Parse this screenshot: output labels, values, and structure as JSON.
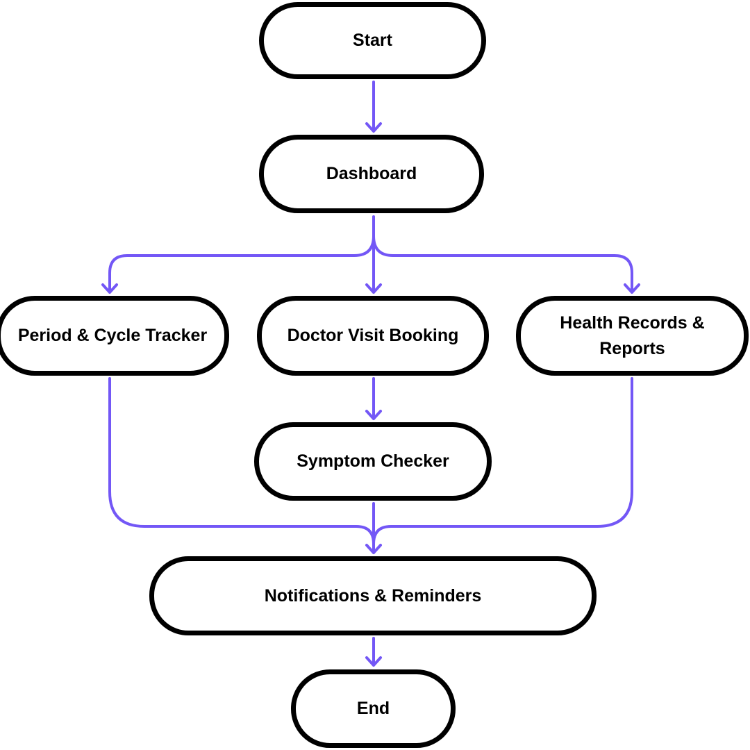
{
  "colors": {
    "connector": "#7357f6",
    "node_border": "#000000",
    "node_fill": "#ffffff",
    "text": "#000000"
  },
  "nodes": {
    "start": "Start",
    "dashboard": "Dashboard",
    "period_tracker": "Period & Cycle Tracker",
    "doctor_booking": "Doctor Visit Booking",
    "health_records": {
      "line1": "Health Records &",
      "line2": "Reports"
    },
    "symptom_checker": "Symptom Checker",
    "notifications": "Notifications & Reminders",
    "end": "End"
  },
  "edges": [
    {
      "from": "start",
      "to": "dashboard"
    },
    {
      "from": "dashboard",
      "to": "period_tracker"
    },
    {
      "from": "dashboard",
      "to": "doctor_booking"
    },
    {
      "from": "dashboard",
      "to": "health_records"
    },
    {
      "from": "doctor_booking",
      "to": "symptom_checker"
    },
    {
      "from": "period_tracker",
      "to": "notifications"
    },
    {
      "from": "symptom_checker",
      "to": "notifications"
    },
    {
      "from": "health_records",
      "to": "notifications"
    },
    {
      "from": "notifications",
      "to": "end"
    }
  ]
}
